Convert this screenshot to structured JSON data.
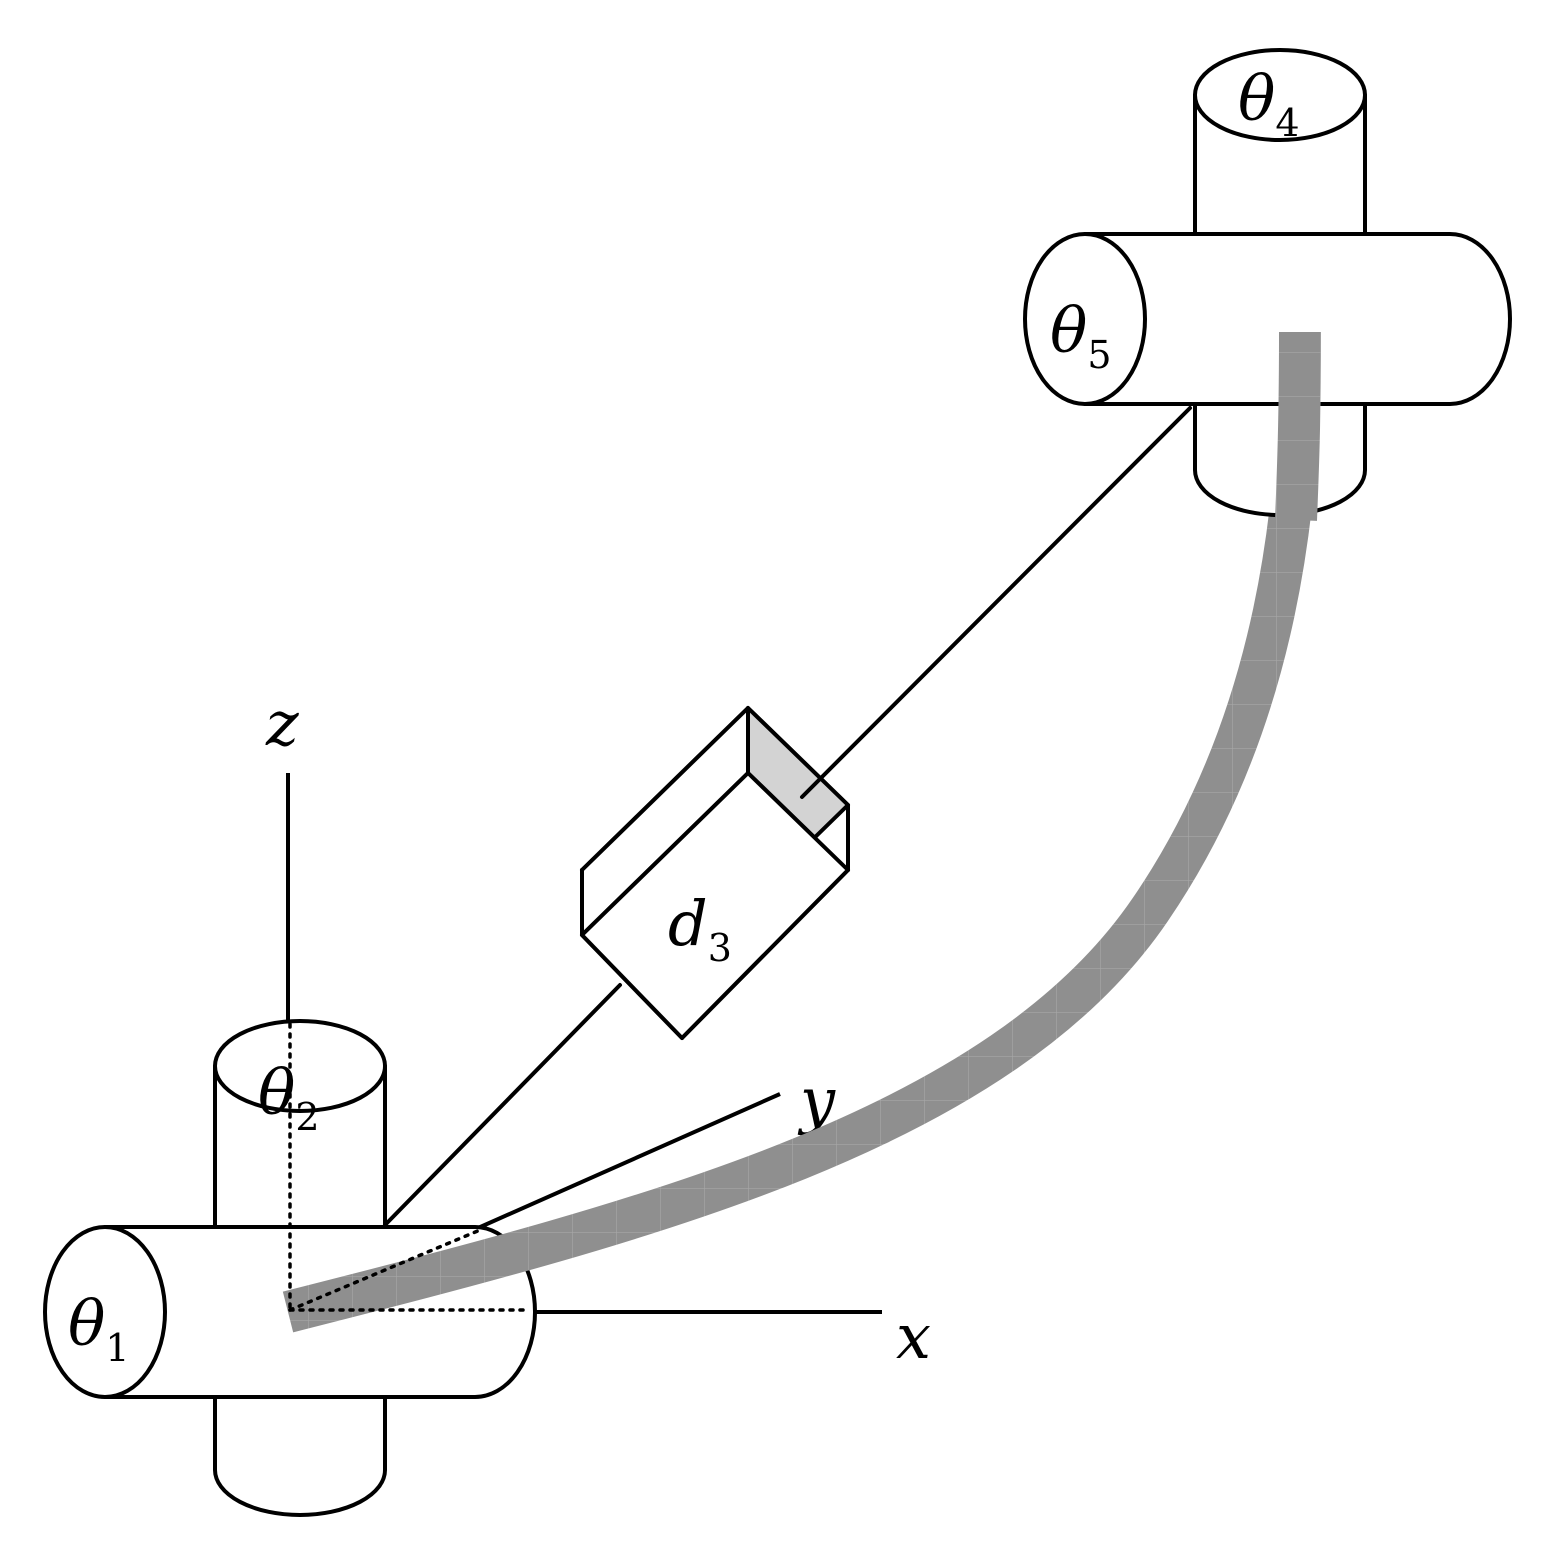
{
  "axes": {
    "x": "x",
    "y": "y",
    "z": "z"
  },
  "joints": {
    "theta1": {
      "symbol": "θ",
      "sub": "1"
    },
    "theta2": {
      "symbol": "θ",
      "sub": "2"
    },
    "d3": {
      "symbol": "d",
      "sub": "3"
    },
    "theta4": {
      "symbol": "θ",
      "sub": "4"
    },
    "theta5": {
      "symbol": "θ",
      "sub": "5"
    }
  },
  "colors": {
    "line": "#000000",
    "background": "#ffffff",
    "continuum_path": "#8f8f8f",
    "prism_shaded_face": "#d3d3d3"
  }
}
